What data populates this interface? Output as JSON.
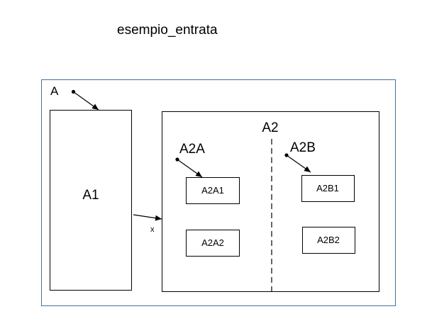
{
  "diagram": {
    "title": "esempio_entrata",
    "outer_label": "A",
    "a1_label": "A1",
    "a2_label": "A2",
    "a2a_label": "A2A",
    "a2b_label": "A2B",
    "a2a1_label": "A2A1",
    "a2a2_label": "A2A2",
    "a2b1_label": "A2B1",
    "a2b2_label": "A2B2",
    "arrow_x_label": "x"
  },
  "colors": {
    "outer_border": "#41719c",
    "box_stroke": "#000000",
    "background": "#ffffff"
  }
}
